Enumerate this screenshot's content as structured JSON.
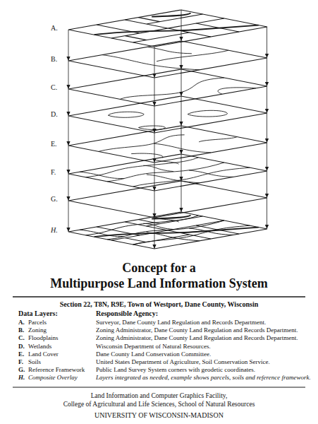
{
  "diagram": {
    "title": "Concept for a Multipurpose Land Information System",
    "nodes": [
      {
        "text": [
          "A."
        ]
      },
      {
        "text": [
          "B."
        ]
      },
      {
        "text": [
          "C."
        ]
      },
      {
        "text": [
          "D."
        ]
      },
      {
        "text": [
          "E."
        ]
      },
      {
        "text": [
          "F."
        ]
      },
      {
        "text": [
          "G."
        ]
      },
      {
        "text": [
          "H."
        ]
      }
    ],
    "edges": [
      {
        "from": 0,
        "to": 1,
        "arrow": "to"
      },
      {
        "from": 1,
        "to": 2,
        "arrow": "to"
      },
      {
        "from": 2,
        "to": 3,
        "arrow": "to"
      },
      {
        "from": 3,
        "to": 4,
        "arrow": "to"
      },
      {
        "from": 4,
        "to": 5,
        "arrow": "to"
      },
      {
        "from": 5,
        "to": 6,
        "arrow": "to"
      },
      {
        "from": 6,
        "to": 7,
        "arrow": "to"
      }
    ],
    "labels": [
      "Section 22, T8N, R9E, Town of Westport, Dane County, Wisconsin",
      "Data Layers:",
      "Responsible Agency:",
      "A.",
      "Parcels",
      "Surveyor, Dane County Land Regulation and Records Department.",
      "B.",
      "Zoning",
      "Zoning Administrator, Dane County Land Regulation and Records Department.",
      "C.",
      "Floodplains",
      "Zoning Administrator, Dane County Land Regulation and Records Department.",
      "D.",
      "Wetlands",
      "Wisconsin Department of Natural Resources.",
      "E.",
      "Land Cover",
      "Dane County Land Conservation Committee.",
      "F.",
      "Soils",
      "United States Department of Agriculture, Soil Conservation Service.",
      "G.",
      "Reference Framework",
      "Public Land Survey System corners with geodetic coordinates.",
      "H.",
      "Composite Overlay",
      "Layers integrated as needed, example shows parcels, soils and reference framework.",
      "Land Information and Computer Graphics Facility,",
      "College of Agricultural and Life Sciences, School of Natural Resources",
      "UNIVERSITY OF WISCONSIN-MADISON"
    ]
  }
}
